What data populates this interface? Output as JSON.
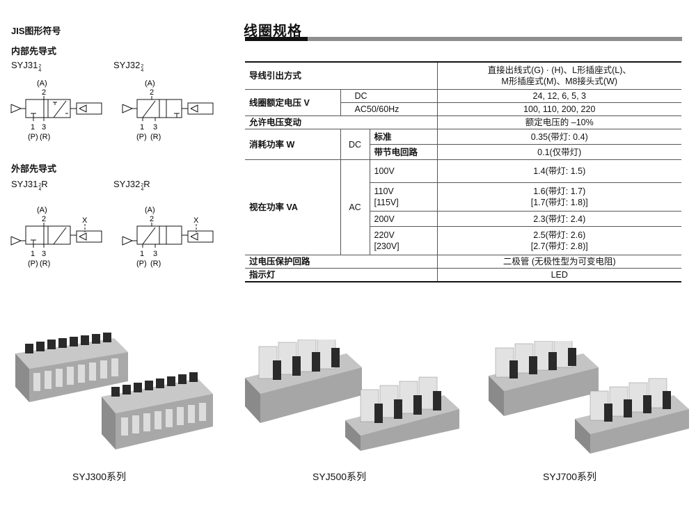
{
  "left": {
    "title": "JIS图形符号",
    "internal_heading": "内部先导式",
    "external_heading": "外部先导式",
    "models": {
      "m1": {
        "base": "SYJ31",
        "sup": "2",
        "sub": "4",
        "suffix": ""
      },
      "m2": {
        "base": "SYJ32",
        "sup": "2",
        "sub": "4",
        "suffix": ""
      },
      "m3": {
        "base": "SYJ31",
        "sup": "2",
        "sub": "4",
        "suffix": "R"
      },
      "m4": {
        "base": "SYJ32",
        "sup": "2",
        "sub": "4",
        "suffix": "R"
      }
    },
    "ports": {
      "a": "(A)",
      "n2": "2",
      "n1": "1",
      "n3": "3",
      "p": "(P)",
      "r": "(R)",
      "x": "X"
    }
  },
  "right": {
    "title": "线圈规格",
    "table": {
      "r1": {
        "label": "导线引出方式",
        "value_line1": "直接出线式(G) · (H)、L形插座式(L)、",
        "value_line2": "M形插座式(M)、M8接头式(W)"
      },
      "r2": {
        "label": "线圈额定电压 V",
        "dc": "DC",
        "dc_value": "24, 12, 6, 5, 3",
        "ac": "AC50/60Hz",
        "ac_value": "100, 110, 200, 220"
      },
      "r3": {
        "label": "允许电压变动",
        "value": "额定电压的 –10%"
      },
      "r4": {
        "label": "消耗功率 W",
        "dc": "DC",
        "std": "标准",
        "std_value": "0.35(带灯: 0.4)",
        "save": "带节电回路",
        "save_value": "0.1(仅带灯)"
      },
      "r5": {
        "label": "视在功率 VA",
        "ac": "AC",
        "rows": [
          {
            "v1": "100V",
            "v2": "",
            "p1": "1.4(带灯: 1.5)",
            "p2": ""
          },
          {
            "v1": "110V",
            "v2": "[115V]",
            "p1": "1.6(带灯: 1.7)",
            "p2": "[1.7(带灯: 1.8)]"
          },
          {
            "v1": "200V",
            "v2": "",
            "p1": "2.3(带灯: 2.4)",
            "p2": ""
          },
          {
            "v1": "220V",
            "v2": "[230V]",
            "p1": "2.5(带灯: 2.6)",
            "p2": "[2.7(带灯: 2.8)]"
          }
        ]
      },
      "r6": {
        "label": "过电压保护回路",
        "value": "二极管 (无极性型为可变电阻)"
      },
      "r7": {
        "label": "指示灯",
        "value": "LED"
      }
    }
  },
  "photos": [
    {
      "caption": "SYJ300系列"
    },
    {
      "caption": "SYJ500系列"
    },
    {
      "caption": "SYJ700系列"
    }
  ],
  "colors": {
    "manifold": "#9a9a9a",
    "manifold_light": "#c8c8c8",
    "coil": "#2a2a2a",
    "title_bar": "#8e8e8e"
  }
}
